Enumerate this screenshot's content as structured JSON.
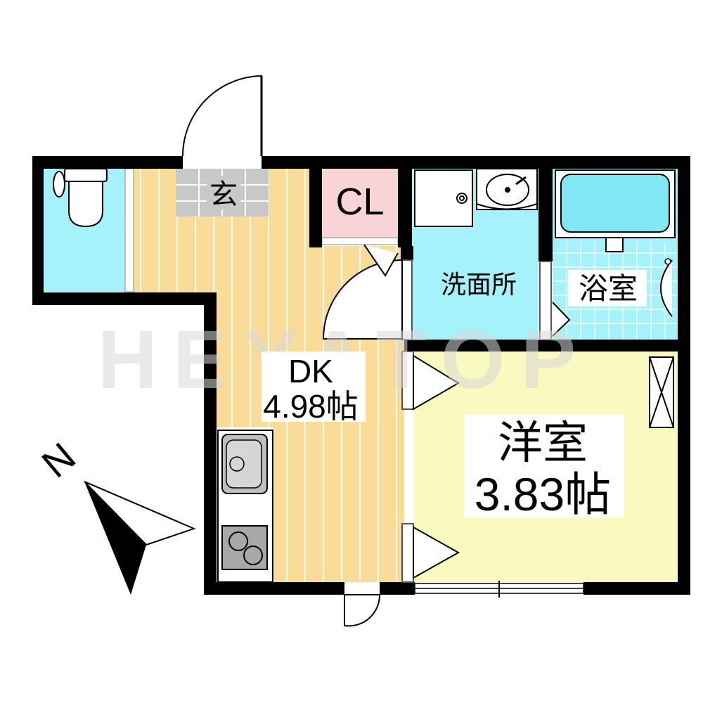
{
  "watermark": "HEYATOP",
  "compass": {
    "north": "N"
  },
  "rooms": {
    "genkan": {
      "label": "玄"
    },
    "closet": {
      "label": "CL"
    },
    "senmenjo": {
      "label": "洗面所"
    },
    "yokushitsu": {
      "label": "浴室"
    },
    "dk": {
      "label": "DK",
      "size": "4.98帖"
    },
    "youshitsu": {
      "label": "洋室",
      "size": "3.83帖"
    }
  },
  "colors": {
    "wall": "#000000",
    "floor_wood": "#f8dc98",
    "floor_wood_line": "#ffffff",
    "tile": "#c8c8c8",
    "wet_area": "#a6f2fb",
    "bathtub": "#7fe8f4",
    "closet": "#f9d4d6",
    "western_room": "#fafac0",
    "kitchen_gray": "#a8a8a8"
  }
}
